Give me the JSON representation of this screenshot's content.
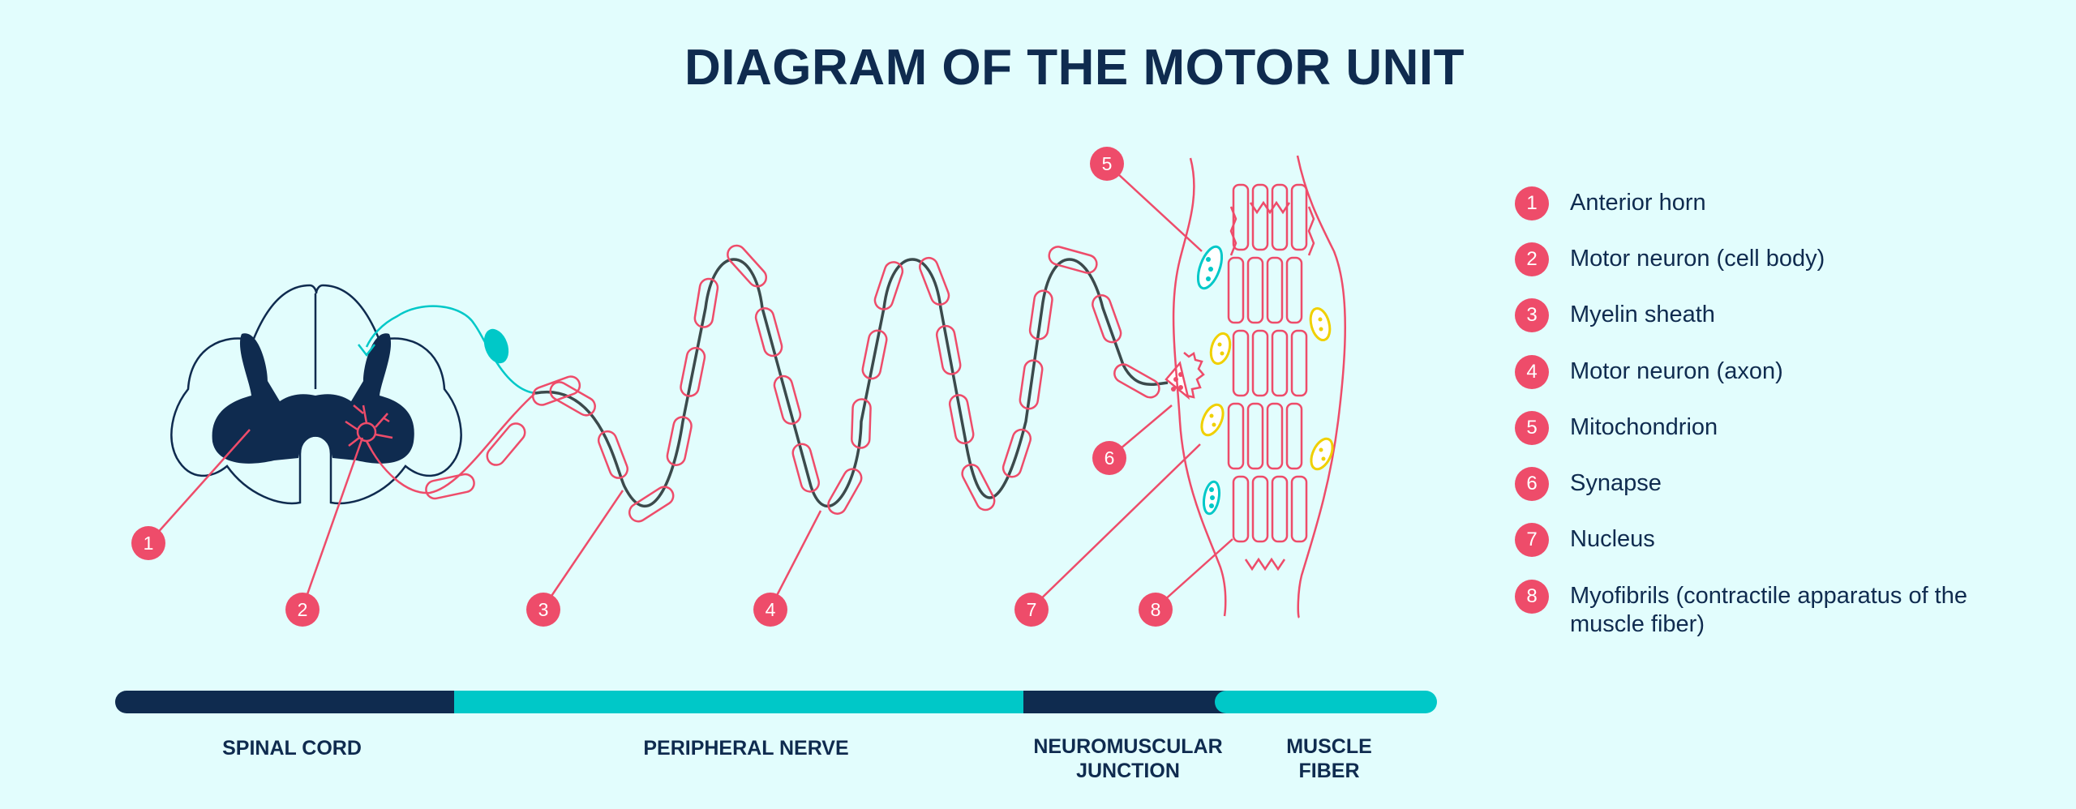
{
  "title": "DIAGRAM OF THE MOTOR UNIT",
  "colors": {
    "navy": "#0f2b4f",
    "teal": "#00c8c8",
    "red": "#ee4c6a",
    "yellow": "#f0d000",
    "background": "#e2fdfd"
  },
  "legend": [
    {
      "number": "1",
      "label": "Anterior horn"
    },
    {
      "number": "2",
      "label": "Motor neuron (cell body)"
    },
    {
      "number": "3",
      "label": "Myelin sheath"
    },
    {
      "number": "4",
      "label": "Motor neuron (axon)"
    },
    {
      "number": "5",
      "label": "Mitochondrion"
    },
    {
      "number": "6",
      "label": "Synapse"
    },
    {
      "number": "7",
      "label": "Nucleus"
    },
    {
      "number": "8",
      "label": "Myofibrils (contractile apparatus of the muscle fiber)"
    }
  ],
  "markers": [
    "1",
    "2",
    "3",
    "4",
    "5",
    "6",
    "7",
    "8"
  ],
  "sections": [
    {
      "label": "SPINAL CORD"
    },
    {
      "label": "PERIPHERAL NERVE"
    },
    {
      "label": "NEUROMUSCULAR JUNCTION"
    },
    {
      "label": "MUSCLE FIBER"
    }
  ]
}
